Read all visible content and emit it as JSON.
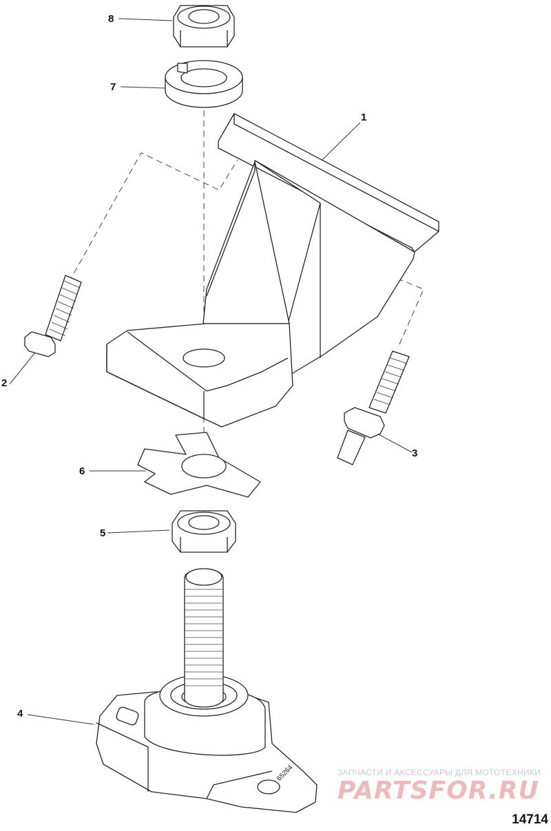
{
  "callouts": [
    {
      "id": "1",
      "label": "1"
    },
    {
      "id": "2",
      "label": "2"
    },
    {
      "id": "3",
      "label": "3"
    },
    {
      "id": "4",
      "label": "4"
    },
    {
      "id": "5",
      "label": "5"
    },
    {
      "id": "6",
      "label": "6"
    },
    {
      "id": "7",
      "label": "7"
    },
    {
      "id": "8",
      "label": "8"
    }
  ],
  "part_marking": "65264",
  "watermark": {
    "tagline": "ЗАПЧАСТИ И АКСЕССУАРЫ ДЛЯ МОТОТЕХНИКИ",
    "brand": "PARTSFOR.RU",
    "brand_color": "#efb9b9"
  },
  "figure_number": "14714"
}
